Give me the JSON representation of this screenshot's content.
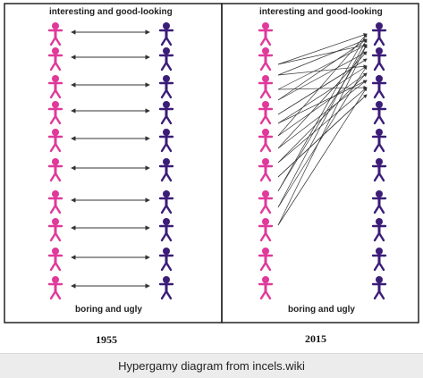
{
  "left_panel": {
    "top_label": "interesting and good-looking",
    "bottom_label": "boring and ugly",
    "year": "1955"
  },
  "right_panel": {
    "top_label": "interesting and good-looking",
    "bottom_label": "boring and ugly",
    "year": "2015"
  },
  "caption": "Hypergamy diagram from incels.wiki",
  "colors": {
    "women": "#e0399a",
    "men": "#3b1d78",
    "arrow": "#333333",
    "border": "#222222",
    "caption_bg": "#ececec"
  },
  "icons": {
    "woman": "female-figure-icon",
    "man": "male-figure-icon"
  }
}
